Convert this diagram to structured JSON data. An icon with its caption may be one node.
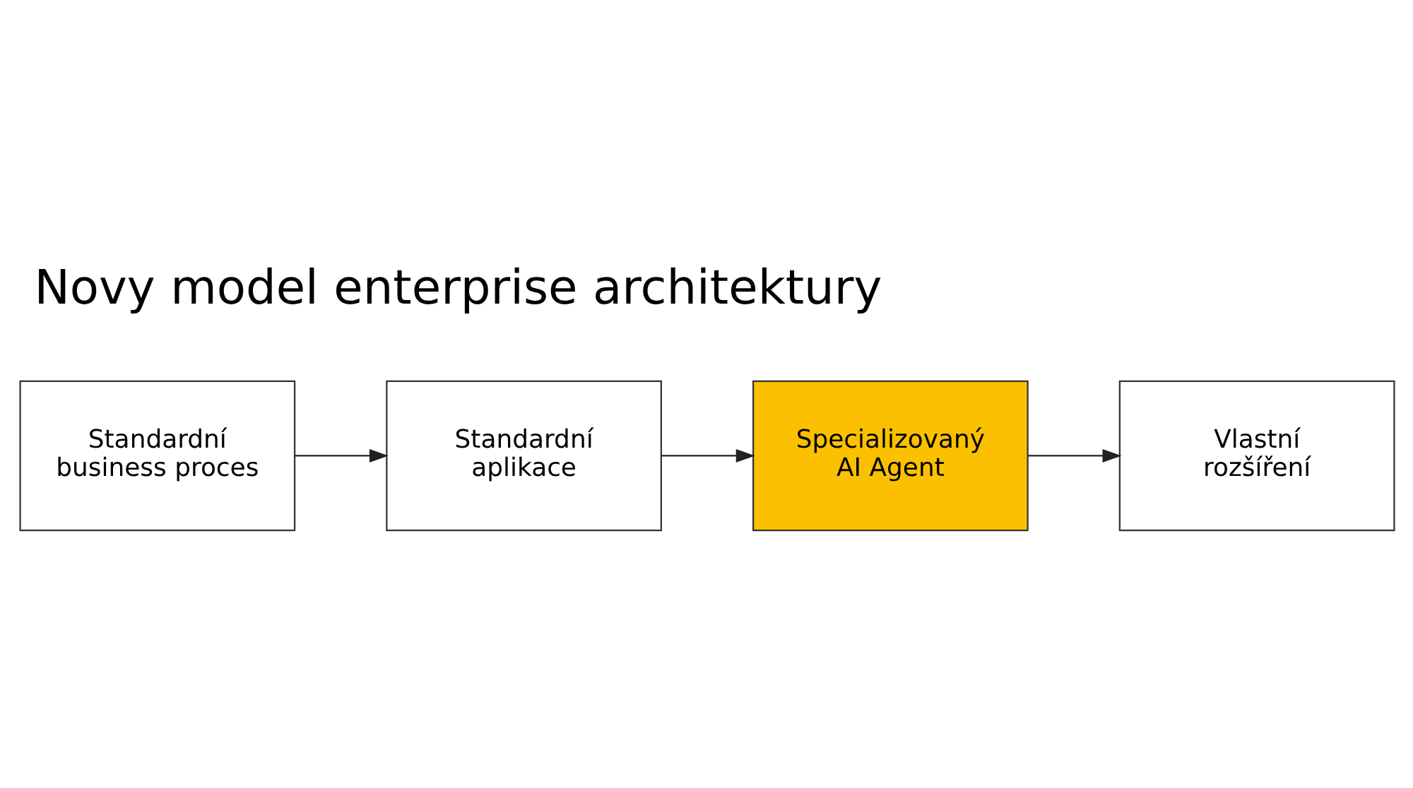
{
  "diagram": {
    "title": "Novy model enterprise architektury",
    "nodes": [
      {
        "text": [
          "Standardní business proces"
        ]
      },
      {
        "text": [
          "Standardní aplikace"
        ]
      },
      {
        "text": [
          "Specializovaný AI Agent"
        ]
      },
      {
        "text": [
          "Vlastní rozšíření"
        ]
      }
    ],
    "edges": [
      {
        "from": 0,
        "to": 1,
        "arrow": "to"
      },
      {
        "from": 1,
        "to": 2,
        "arrow": "to"
      },
      {
        "from": 2,
        "to": 3,
        "arrow": "to"
      }
    ]
  }
}
